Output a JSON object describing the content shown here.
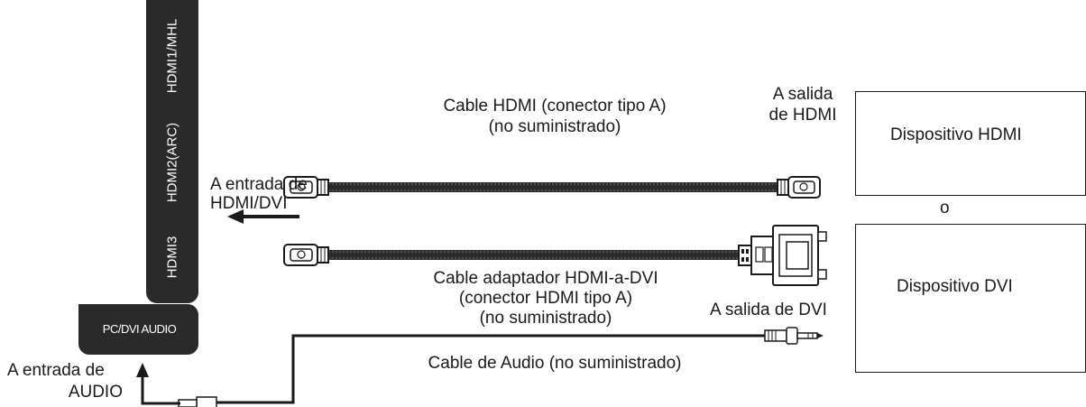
{
  "tv_panel": {
    "ports": [
      "HDMI1/MHL",
      "HDMI2(ARC)",
      "HDMI3"
    ],
    "audio_port": "PC/DVI AUDIO"
  },
  "labels": {
    "hdmi_input_line1": "A entrada de",
    "hdmi_input_line2": "HDMI/DVI",
    "audio_input_line1": "A entrada de",
    "audio_input_line2": "AUDIO",
    "hdmi_output_line1": "A salida",
    "hdmi_output_line2": "de HDMI",
    "dvi_output": "A salida de DVI",
    "or": "o"
  },
  "cables": {
    "hdmi_line1": "Cable HDMI (conector tipo A)",
    "hdmi_line2": "(no suministrado)",
    "adapter_line1": "Cable adaptador HDMI-a-DVI",
    "adapter_line2": "(conector HDMI tipo A)",
    "adapter_line3": "(no suministrado)",
    "audio": "Cable de Audio (no suministrado)"
  },
  "devices": {
    "hdmi": "Dispositivo HDMI",
    "dvi": "Dispositivo DVI"
  }
}
